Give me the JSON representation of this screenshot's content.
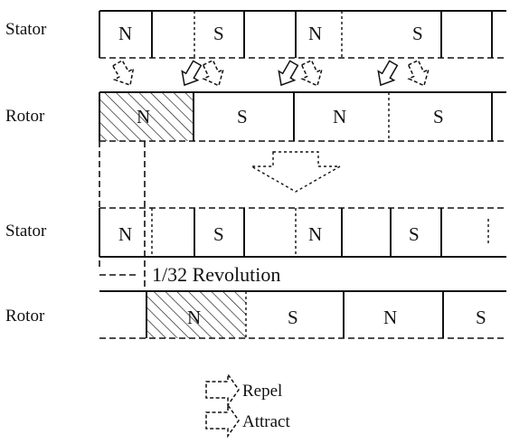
{
  "rows": [
    {
      "label": "Stator"
    },
    {
      "label": "Rotor"
    },
    {
      "label": "Stator"
    },
    {
      "label": "Rotor"
    }
  ],
  "poles": {
    "north": "N",
    "south": "S"
  },
  "measurement": "1/32 Revolution",
  "legend": {
    "repel": "Repel",
    "attract": "Attract"
  }
}
